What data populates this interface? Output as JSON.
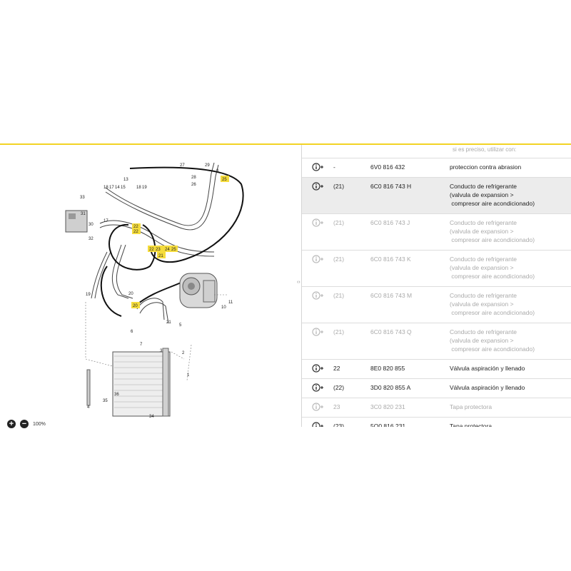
{
  "diagram": {
    "callouts": [
      "27",
      "29",
      "28",
      "26",
      "8",
      "25",
      "13",
      "18",
      "17",
      "14",
      "15",
      "18",
      "19",
      "33",
      "31",
      "30",
      "32",
      "17",
      "22",
      "22",
      "22",
      "23",
      "24",
      "25",
      "21",
      "19",
      "20",
      "20",
      "11",
      "10",
      "21",
      "6",
      "5",
      "2",
      "7",
      "3",
      "1",
      "4",
      "36",
      "35",
      "34"
    ],
    "highlighted": [
      "22",
      "22",
      "22",
      "23",
      "24",
      "25",
      "25",
      "21",
      "20"
    ]
  },
  "zoom": {
    "in": "+",
    "out": "−",
    "level": "100%"
  },
  "splitter_glyph": "‹›",
  "list": {
    "hint": "si es preciso, utilizar con:",
    "rows": [
      {
        "pos": "-",
        "number": "6V0 816 432",
        "desc": [
          "proteccion contra abrasion"
        ],
        "state": "normal"
      },
      {
        "pos": "(21)",
        "number": "6C0 816 743 H",
        "desc": [
          "Conducto de refrigerante",
          "(valvula de expansion >",
          " compresor aire acondicionado)"
        ],
        "state": "selected"
      },
      {
        "pos": "(21)",
        "number": "6C0 816 743 J",
        "desc": [
          "Conducto de refrigerante",
          "(valvula de expansion >",
          " compresor aire acondicionado)"
        ],
        "state": "dim"
      },
      {
        "pos": "(21)",
        "number": "6C0 816 743 K",
        "desc": [
          "Conducto de refrigerante",
          "(valvula de expansion >",
          " compresor aire acondicionado)"
        ],
        "state": "dim"
      },
      {
        "pos": "(21)",
        "number": "6C0 816 743 M",
        "desc": [
          "Conducto de refrigerante",
          "(valvula de expansion >",
          " compresor aire acondicionado)"
        ],
        "state": "dim"
      },
      {
        "pos": "(21)",
        "number": "6C0 816 743 Q",
        "desc": [
          "Conducto de refrigerante",
          "(valvula de expansion >",
          " compresor aire acondicionado)"
        ],
        "state": "dim"
      },
      {
        "pos": "22",
        "number": "8E0 820 855",
        "desc": [
          "Válvula aspiración y llenado"
        ],
        "state": "normal"
      },
      {
        "pos": "(22)",
        "number": "3D0 820 855 A",
        "desc": [
          "Válvula aspiración y llenado"
        ],
        "state": "normal"
      },
      {
        "pos": "23",
        "number": "3C0 820 231",
        "desc": [
          "Tapa protectora"
        ],
        "state": "dim"
      },
      {
        "pos": "(23)",
        "number": "5Q0 816 231",
        "desc": [
          "Tapa protectora"
        ],
        "state": "normal"
      }
    ]
  },
  "colors": {
    "accent": "#f2d324",
    "highlight": "#f5dc3c",
    "selected_row": "#ececec"
  },
  "icons": {
    "row_icon": "info-add-icon"
  }
}
